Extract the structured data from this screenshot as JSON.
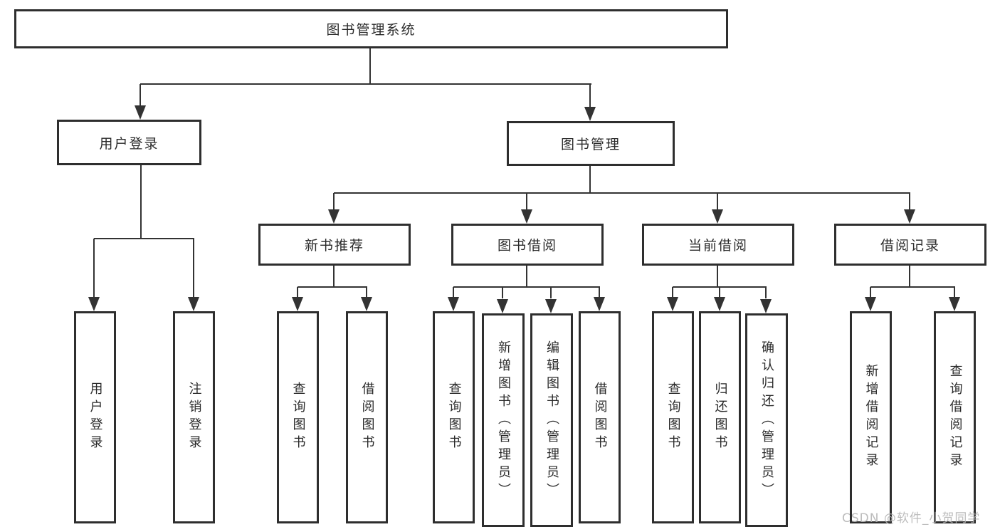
{
  "tree": {
    "label": "图书管理系统",
    "children": [
      {
        "label": "用户登录",
        "children": [
          {
            "label": "用户登录"
          },
          {
            "label": "注销登录"
          }
        ]
      },
      {
        "label": "图书管理",
        "children": [
          {
            "label": "新书推荐",
            "children": [
              {
                "label": "查询图书"
              },
              {
                "label": "借阅图书"
              }
            ]
          },
          {
            "label": "图书借阅",
            "children": [
              {
                "label": "查询图书"
              },
              {
                "label": "新增图书（管理员）"
              },
              {
                "label": "编辑图书（管理员）"
              },
              {
                "label": "借阅图书"
              }
            ]
          },
          {
            "label": "当前借阅",
            "children": [
              {
                "label": "查询图书"
              },
              {
                "label": "归还图书"
              },
              {
                "label": "确认归还（管理员）"
              }
            ]
          },
          {
            "label": "借阅记录",
            "children": [
              {
                "label": "新增借阅记录"
              },
              {
                "label": "查询借阅记录"
              }
            ]
          }
        ]
      }
    ]
  },
  "watermark": {
    "text": "CSDN @软件_小贺同学"
  },
  "colors": {
    "line": "#333333",
    "box_border": "#2e2e2e",
    "box_fill": "#ffffff",
    "text": "#2a2a2a",
    "watermark": "#b5b5b5"
  }
}
